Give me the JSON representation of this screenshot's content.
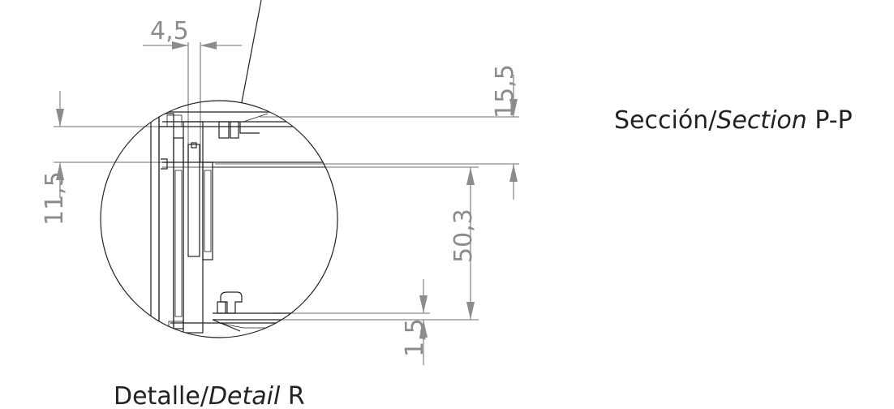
{
  "drawing": {
    "dimensions": {
      "top_width": "4,5",
      "right_top": "15,5",
      "left_height": "11,5",
      "right_main": "50,3",
      "right_bottom": "1,5"
    },
    "section_label": {
      "prefix": "Sección/",
      "italic": "Section",
      "suffix": " P-P"
    },
    "detail_label": {
      "prefix": "Detalle/",
      "italic": "Detail",
      "suffix": " R"
    }
  }
}
